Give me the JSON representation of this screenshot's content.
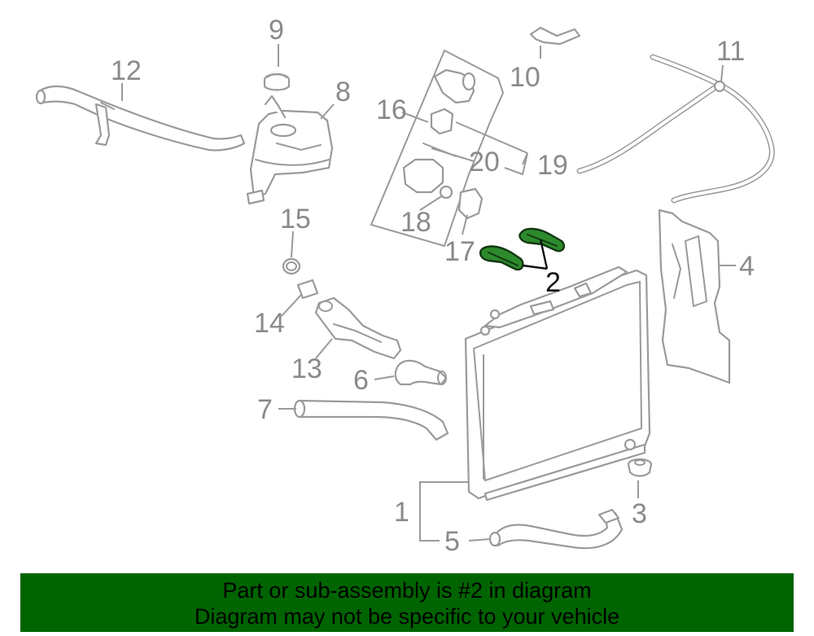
{
  "diagram": {
    "highlight_color": "#2c8a2c",
    "callouts": [
      {
        "id": "c1",
        "label": "1"
      },
      {
        "id": "c2",
        "label": "2",
        "highlighted": true
      },
      {
        "id": "c3",
        "label": "3"
      },
      {
        "id": "c4",
        "label": "4"
      },
      {
        "id": "c5",
        "label": "5"
      },
      {
        "id": "c6",
        "label": "6"
      },
      {
        "id": "c7",
        "label": "7"
      },
      {
        "id": "c8",
        "label": "8"
      },
      {
        "id": "c9",
        "label": "9"
      },
      {
        "id": "c10",
        "label": "10"
      },
      {
        "id": "c11",
        "label": "11"
      },
      {
        "id": "c12",
        "label": "12"
      },
      {
        "id": "c13",
        "label": "13"
      },
      {
        "id": "c14",
        "label": "14"
      },
      {
        "id": "c15",
        "label": "15"
      },
      {
        "id": "c16",
        "label": "16"
      },
      {
        "id": "c17",
        "label": "17"
      },
      {
        "id": "c18",
        "label": "18"
      },
      {
        "id": "c19",
        "label": "19"
      },
      {
        "id": "c20",
        "label": "20"
      }
    ]
  },
  "banner": {
    "line1": "Part or sub-assembly is #2 in diagram",
    "line2": "Diagram may not be specific to your vehicle",
    "background": "#006400"
  }
}
